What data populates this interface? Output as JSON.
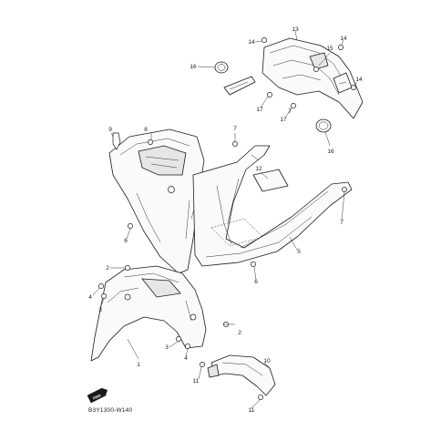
{
  "diagram_code": "B3Y1300-W140",
  "direction_badge": "FWD",
  "callouts": [
    {
      "id": "c1",
      "label": "1"
    },
    {
      "id": "c2a",
      "label": "2"
    },
    {
      "id": "c2b",
      "label": "2"
    },
    {
      "id": "c3a",
      "label": "3"
    },
    {
      "id": "c3b",
      "label": "3"
    },
    {
      "id": "c4a",
      "label": "4"
    },
    {
      "id": "c4b",
      "label": "4"
    },
    {
      "id": "c5",
      "label": "5"
    },
    {
      "id": "c6a",
      "label": "6"
    },
    {
      "id": "c6b",
      "label": "6"
    },
    {
      "id": "c7a",
      "label": "7"
    },
    {
      "id": "c7b",
      "label": "7"
    },
    {
      "id": "c7c",
      "label": "7"
    },
    {
      "id": "c8",
      "label": "8"
    },
    {
      "id": "c9",
      "label": "9"
    },
    {
      "id": "c10",
      "label": "10"
    },
    {
      "id": "c11a",
      "label": "11"
    },
    {
      "id": "c11b",
      "label": "11"
    },
    {
      "id": "c12",
      "label": "12"
    },
    {
      "id": "c13",
      "label": "13"
    },
    {
      "id": "c14a",
      "label": "14"
    },
    {
      "id": "c14b",
      "label": "14"
    },
    {
      "id": "c14c",
      "label": "14"
    },
    {
      "id": "c15",
      "label": "15"
    },
    {
      "id": "c16a",
      "label": "16"
    },
    {
      "id": "c16b",
      "label": "16"
    },
    {
      "id": "c17a",
      "label": "17"
    },
    {
      "id": "c17b",
      "label": "17"
    }
  ]
}
